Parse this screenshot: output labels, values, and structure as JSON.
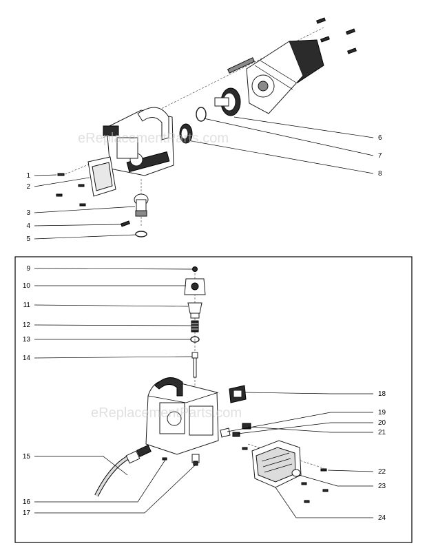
{
  "watermark": "eReplacementParts.com",
  "callouts_top": [
    {
      "num": "1"
    },
    {
      "num": "2"
    },
    {
      "num": "3"
    },
    {
      "num": "4"
    },
    {
      "num": "5"
    },
    {
      "num": "6"
    },
    {
      "num": "7"
    },
    {
      "num": "8"
    }
  ],
  "callouts_bottom": [
    {
      "num": "9"
    },
    {
      "num": "10"
    },
    {
      "num": "11"
    },
    {
      "num": "12"
    },
    {
      "num": "13"
    },
    {
      "num": "14"
    },
    {
      "num": "15"
    },
    {
      "num": "16"
    },
    {
      "num": "17"
    },
    {
      "num": "18"
    },
    {
      "num": "19"
    },
    {
      "num": "20"
    },
    {
      "num": "21"
    },
    {
      "num": "22"
    },
    {
      "num": "23"
    },
    {
      "num": "24"
    }
  ]
}
